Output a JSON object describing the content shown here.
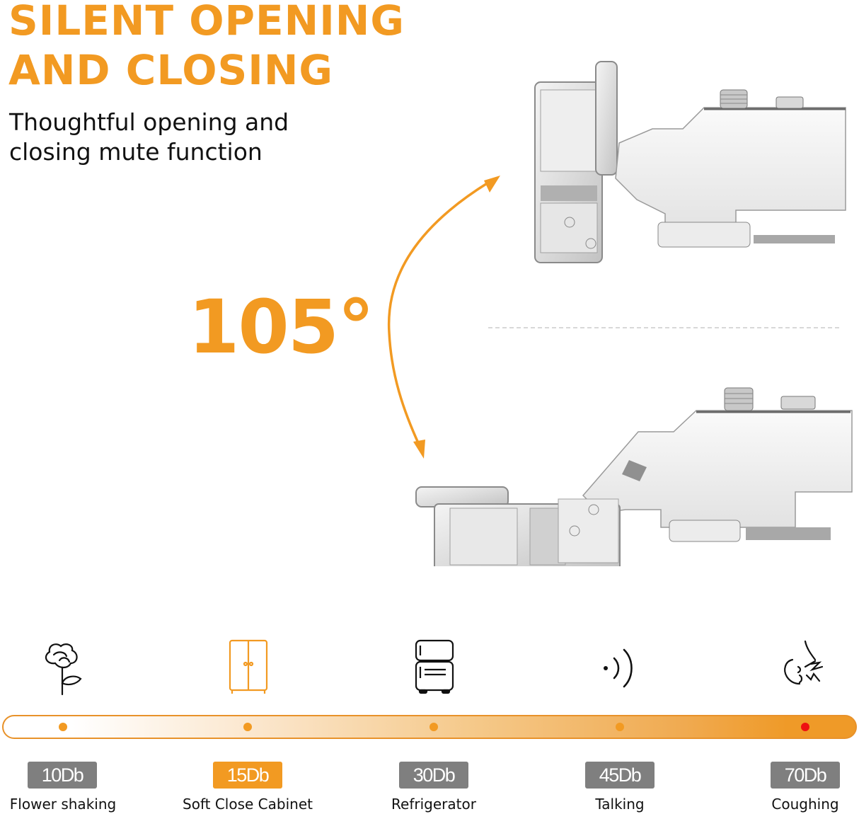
{
  "header": {
    "title_line1": "SILENT OPENING",
    "title_line2": "AND CLOSING",
    "subtitle_line1": "Thoughtful opening and",
    "subtitle_line2": "closing mute function"
  },
  "diagram": {
    "angle_label": "105°",
    "open_state_image": "hinge-open-icon",
    "closed_state_image": "hinge-closed-icon",
    "arrow": "curved-double-arrow-icon"
  },
  "colors": {
    "accent": "#F29A22",
    "badge_gray": "#7F7F7F",
    "highlight_dot": "#EE1111",
    "text": "#111111"
  },
  "noise_scale": {
    "items": [
      {
        "icon": "flower-icon",
        "db": "10Db",
        "label": "Flower shaking",
        "active": false
      },
      {
        "icon": "cabinet-icon",
        "db": "15Db",
        "label": "Soft Close Cabinet",
        "active": true
      },
      {
        "icon": "refrigerator-icon",
        "db": "30Db",
        "label": "Refrigerator",
        "active": false
      },
      {
        "icon": "sound-waves-icon",
        "db": "45Db",
        "label": "Talking",
        "active": false
      },
      {
        "icon": "coughing-icon",
        "db": "70Db",
        "label": "Coughing",
        "active": false
      }
    ]
  }
}
